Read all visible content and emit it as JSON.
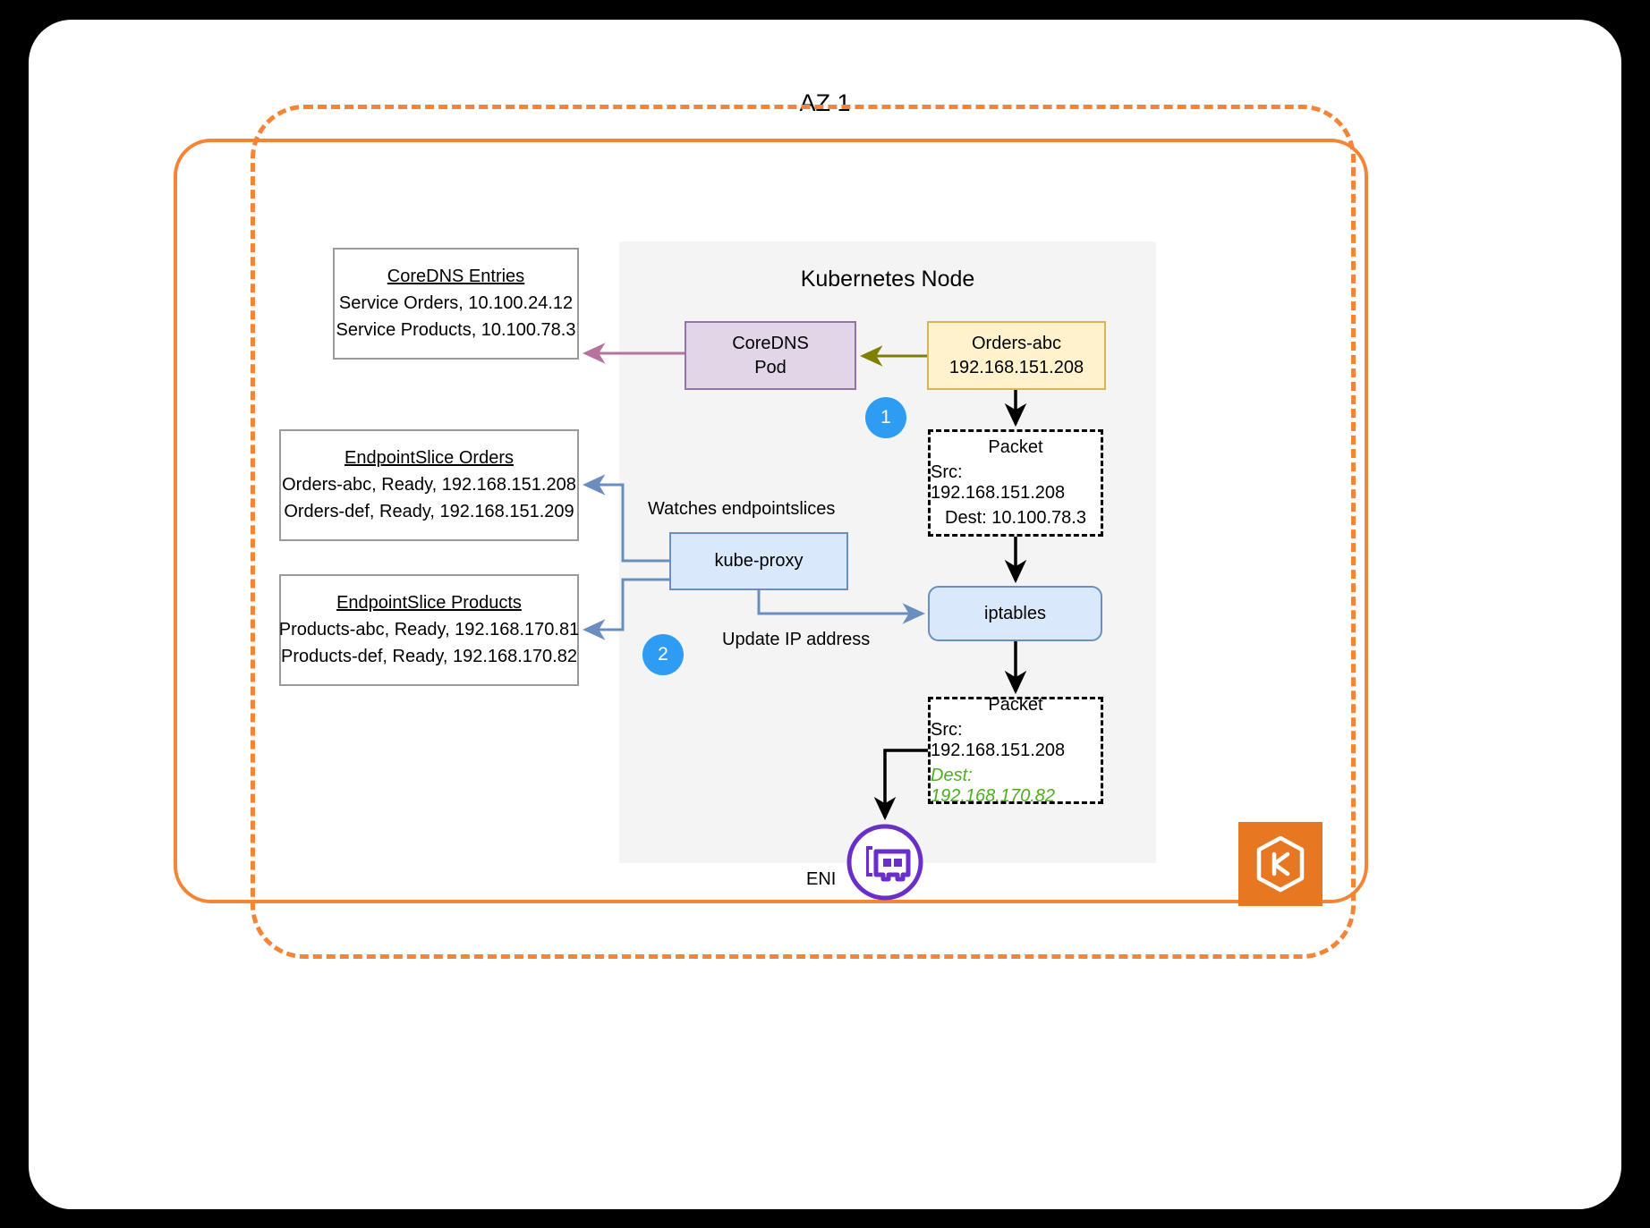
{
  "diagram": {
    "az_title": "AZ 1",
    "node_title": "Kubernetes Node"
  },
  "boxes": {
    "coredns_entries": {
      "title": "CoreDNS Entries",
      "lines": [
        "Service Orders, 10.100.24.12",
        "Service Products, 10.100.78.3"
      ]
    },
    "endpointslice_orders": {
      "title": "EndpointSlice Orders",
      "lines": [
        "Orders-abc, Ready, 192.168.151.208",
        "Orders-def, Ready, 192.168.151.209"
      ]
    },
    "endpointslice_products": {
      "title": "EndpointSlice Products",
      "lines": [
        "Products-abc, Ready, 192.168.170.81",
        "Products-def, Ready, 192.168.170.82"
      ]
    },
    "coredns_pod": {
      "line1": "CoreDNS",
      "line2": "Pod"
    },
    "orders_pod": {
      "line1": "Orders-abc",
      "line2": "192.168.151.208"
    },
    "kube_proxy": {
      "label": "kube-proxy"
    },
    "iptables": {
      "label": "iptables"
    },
    "packet_before": {
      "title": "Packet",
      "src": "Src: 192.168.151.208",
      "dest": "Dest: 10.100.78.3"
    },
    "packet_after": {
      "title": "Packet",
      "src": "Src: 192.168.151.208",
      "dest": "Dest: 192.168.170.82"
    }
  },
  "labels": {
    "watches_endpointslices": "Watches endpointslices",
    "update_ip_address": "Update IP address",
    "eni": "ENI"
  },
  "steps": {
    "one": "1",
    "two": "2"
  },
  "icons": {
    "eni": "network-interface-card-icon",
    "eks": "aws-eks-logo-icon"
  },
  "colors": {
    "az_boundary": "#f58536",
    "vpc_boundary": "#f58536",
    "node_panel": "#f4f4f4",
    "coredns_fill": "#e1d5e7",
    "coredns_stroke": "#9673a6",
    "pod_fill": "#fff2cc",
    "pod_stroke": "#d6b656",
    "blue_fill": "#dae8fc",
    "blue_stroke": "#6c8ebf",
    "step_badge": "#2f9cf4",
    "dns_arrow": "#b5739d",
    "pod_arrow": "#808000",
    "nat_highlight": "#4cae1e",
    "eks_logo": "#e87722"
  }
}
